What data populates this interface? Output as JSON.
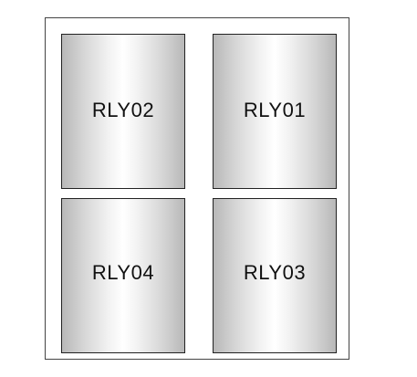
{
  "relays": [
    {
      "id": "rly02",
      "label": "RLY02"
    },
    {
      "id": "rly01",
      "label": "RLY01"
    },
    {
      "id": "rly04",
      "label": "RLY04"
    },
    {
      "id": "rly03",
      "label": "RLY03"
    }
  ],
  "colors": {
    "frame_border": "#444444",
    "relay_border": "#222222",
    "relay_shade_dark": "#b8b8b8",
    "relay_shade_light": "#ffffff",
    "label_text": "#111111"
  }
}
